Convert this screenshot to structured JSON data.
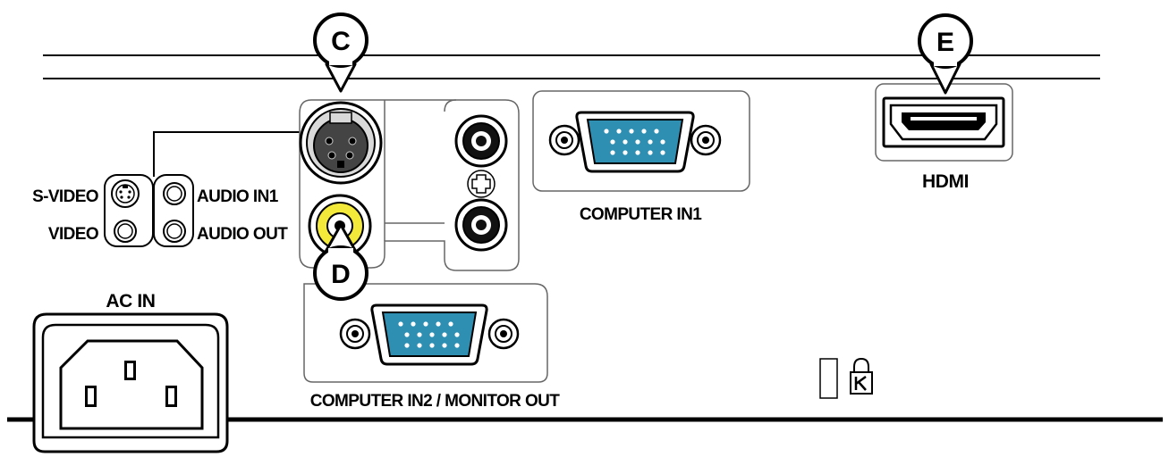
{
  "labels": {
    "s_video": "S-VIDEO",
    "video": "VIDEO",
    "audio_in1": "AUDIO IN1",
    "audio_out": "AUDIO OUT",
    "ac_in": "AC IN",
    "computer_in1": "COMPUTER IN1",
    "computer_in2_monitor_out": "COMPUTER IN2 / MONITOR OUT",
    "hdmi": "HDMI"
  },
  "callouts": {
    "c": "C",
    "d": "D",
    "e": "E"
  },
  "colors": {
    "vga_blue": "#2f8fb3",
    "video_yellow": "#f2e93a",
    "line": "#000000",
    "panel_outline": "#555555"
  },
  "icons": {
    "kensington": "kensington-lock-icon",
    "audio_plus": "plus-circle-icon"
  }
}
